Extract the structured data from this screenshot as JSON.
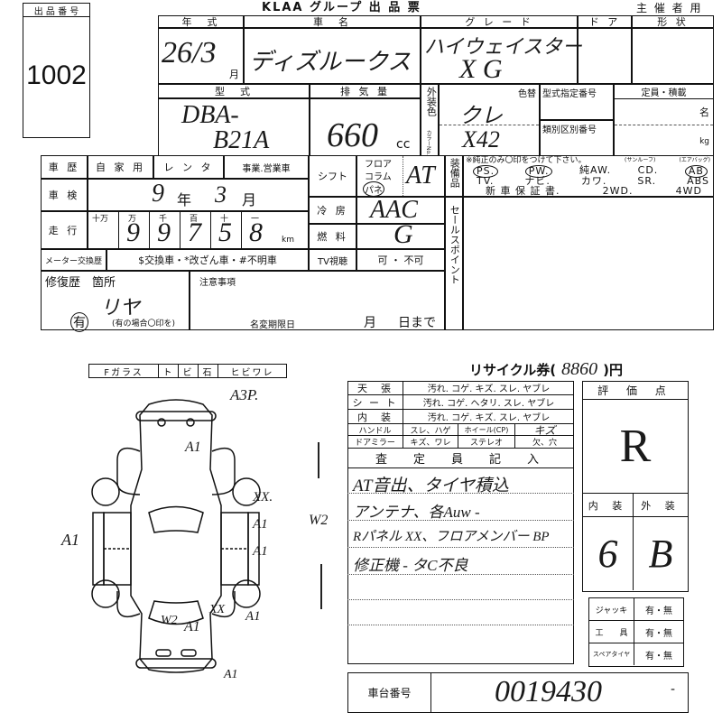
{
  "header": {
    "title": "KLAA グループ 出 品 票",
    "copy_label": "主 催 者 用"
  },
  "lot": {
    "label": "出 品 番 号",
    "value": "1002"
  },
  "vehicle": {
    "year_label": "年　式",
    "year": "26/3",
    "month_unit": "月",
    "name_label": "車　名",
    "name": "ディズルークス",
    "grade_label": "グ レ ー ド",
    "grade_line1": "ハイウェイスター",
    "grade_line2": "X G",
    "door_label": "ド ア",
    "shape_label": "形 状",
    "model_label": "型　式",
    "model_line1": "DBA-",
    "model_line2": "B21A",
    "displacement_label": "排 気 量",
    "displacement": "660",
    "displacement_unit": "cc",
    "color_label": "外装色",
    "color_no_label": "カラーNo.",
    "color_change_label": "色替",
    "color": "クレ",
    "color_no": "X42",
    "type_designation_label": "型式指定番号",
    "category_label": "類別区別番号",
    "capacity_label": "定員・積載",
    "capacity_unit_persons": "名",
    "capacity_unit_kg": "kg"
  },
  "history": {
    "label": "車 歴",
    "options": [
      "自 家 用",
      "レ ン タ",
      "事業.営業車"
    ],
    "inspection_label": "車 検",
    "inspection_year": "9",
    "year_unit": "年",
    "inspection_month": "3",
    "month_unit": "月",
    "mileage_label": "走 行",
    "mileage_digit_labels": [
      "十万",
      "万",
      "千",
      "百",
      "十",
      "一"
    ],
    "mileage_digits": [
      "",
      "9",
      "9",
      "7",
      "5",
      "8"
    ],
    "mileage_unit": "km",
    "meter_label": "メーター交換歴",
    "meter_options": "$交換車・*改ざん車・#不明車",
    "repair_label": "修復歴　箇所",
    "repair_location": "リヤ",
    "repair_mark": "有",
    "repair_note": "(有の場合〇印を)",
    "notes_label": "注意事項",
    "name_change_label": "名変期限日",
    "month": "月",
    "day": "日まで"
  },
  "drivetrain": {
    "shift_label": "シフト",
    "shift_options": [
      "フロア",
      "コラム",
      "パネ"
    ],
    "shift_value": "AT",
    "ac_label": "冷 房",
    "ac_value": "AAC",
    "fuel_label": "燃 料",
    "fuel_value": "G",
    "tv_label": "TV視聴",
    "tv_options": "可 ・ 不可"
  },
  "equipment": {
    "label": "装備品",
    "note": "※純正のみ〇印をつけて下さい。",
    "row1": [
      "PS.",
      "PW.",
      "純AW.",
      "CD.",
      "AB"
    ],
    "ab_note": "(エアバッグ)",
    "row2": [
      "TV.",
      "ナビ.",
      "カワ.",
      "SR.",
      "ABS"
    ],
    "sr_note": "(サンルーフ)",
    "row3": [
      "新 車 保 証 書.",
      "2WD.",
      "4WD"
    ],
    "sales_point_label": "セールスポイント"
  },
  "glass": {
    "cells": [
      "Fガラス",
      "ト",
      "ビ",
      "石",
      "ヒビワレ"
    ]
  },
  "diagram": {
    "marks": [
      "A3P.",
      "A1",
      "XX.",
      "A1",
      "A1",
      "A1",
      "W2",
      "A1",
      "XX",
      "A1",
      "A1",
      "W2"
    ]
  },
  "recycle": {
    "label_pre": "リサイクル券(",
    "value": "8860",
    "label_post": ")円"
  },
  "interior": {
    "rows": [
      {
        "label": "天　張",
        "items": "汚れ. コゲ. キズ. スレ. ヤブレ"
      },
      {
        "label": "シ ー ト",
        "items": "汚れ. コゲ. ヘタリ. スレ. ヤブレ"
      },
      {
        "label": "内　装",
        "items": "汚れ. コゲ. キズ. スレ. ヤブレ"
      }
    ],
    "handle_label": "ハンドル",
    "handle_items": "スレ、ハゲ",
    "wheel_label": "ホイール(CP)",
    "wheel_value": "キズ",
    "mirror_label": "ドアミラー",
    "mirror_items": "キズ、ワレ",
    "stereo_label": "ステレオ",
    "stereo_items": "欠、穴",
    "inspector_label": "査　定　員　記　入",
    "inspector_notes": [
      "AT音出、タイヤ積込",
      "アンテナ、各Auw -",
      "Rパネル XX、フロアメンバー BP",
      "修正機 - タC不良"
    ]
  },
  "score": {
    "label": "評 価 点",
    "overall": "R",
    "interior_label": "内 装",
    "exterior_label": "外 装",
    "interior": "6",
    "exterior": "B"
  },
  "accessories": [
    {
      "label": "ジャッキ",
      "value": "有・無"
    },
    {
      "label": "工　　具",
      "value": "有・無"
    },
    {
      "label": "スペアタイヤ",
      "value": "有・無"
    }
  ],
  "chassis": {
    "label": "車台番号",
    "value": "0019430",
    "suffix": "-"
  }
}
